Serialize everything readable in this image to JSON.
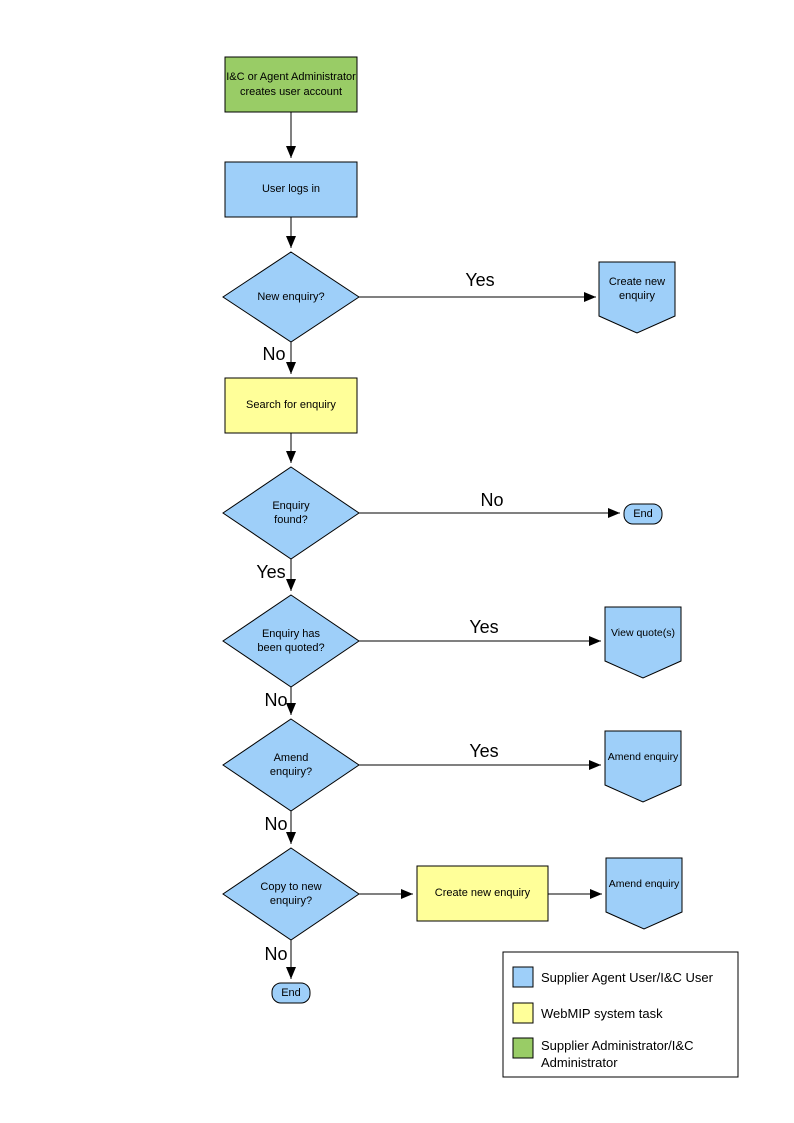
{
  "colors": {
    "user_shape": "#9ECFF9",
    "system_shape": "#FFFF99",
    "admin_shape": "#99CC66",
    "line": "#000000"
  },
  "nodes": {
    "create_account": {
      "label": "I&C or Agent Administrator\ncreates user account"
    },
    "user_logs_in": {
      "label": "User logs in"
    },
    "new_enquiry": {
      "label": "New enquiry?"
    },
    "create_new_enquiry": {
      "label": "Create new\nenquiry"
    },
    "search_for_enquiry": {
      "label": "Search for enquiry"
    },
    "enquiry_found": {
      "label": "Enquiry\nfound?"
    },
    "end_right": {
      "label": "End"
    },
    "enquiry_quoted": {
      "label": "Enquiry has\nbeen quoted?"
    },
    "view_quotes": {
      "label": "View quote(s)"
    },
    "amend_enquiry_decision": {
      "label": "Amend\nenquiry?"
    },
    "amend_enquiry": {
      "label": "Amend enquiry"
    },
    "copy_to_new_enquiry": {
      "label": "Copy to new\nenquiry?"
    },
    "create_new_enquiry_task": {
      "label": "Create new enquiry"
    },
    "amend_enquiry_2": {
      "label": "Amend enquiry"
    },
    "end_bottom": {
      "label": "End"
    }
  },
  "edge_labels": {
    "new_enquiry_yes": "Yes",
    "new_enquiry_no": "No",
    "enquiry_found_no": "No",
    "enquiry_found_yes": "Yes",
    "enquiry_quoted_yes": "Yes",
    "enquiry_quoted_no": "No",
    "amend_enquiry_yes": "Yes",
    "amend_enquiry_no": "No",
    "copy_to_new_enquiry_no": "No"
  },
  "legend": {
    "items": [
      {
        "color": "#9ECFF9",
        "label": "Supplier Agent User/I&C User"
      },
      {
        "color": "#FFFF99",
        "label": "WebMIP system task"
      },
      {
        "color": "#99CC66",
        "label": "Supplier Administrator/I&C\nAdministrator"
      }
    ]
  }
}
